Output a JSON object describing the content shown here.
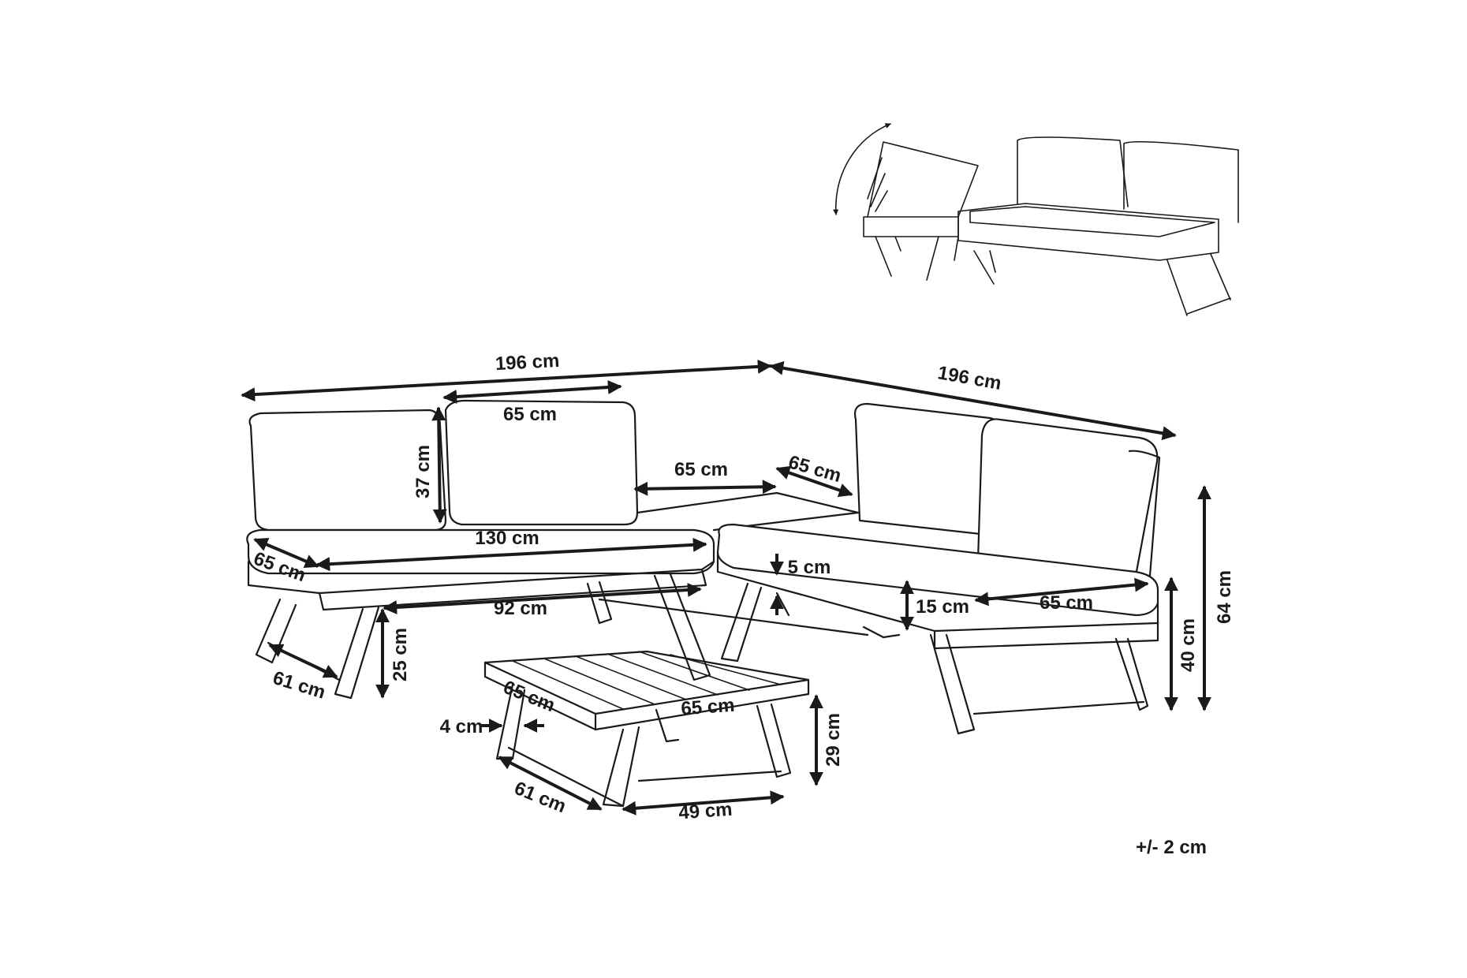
{
  "dimensions": {
    "total_length_left": "196 cm",
    "total_length_right": "196 cm",
    "back_cushion_width": "65 cm",
    "back_cushion_height": "37 cm",
    "corner_depth_left": "65 cm",
    "corner_depth_right": "65 cm",
    "seat_width_left": "130 cm",
    "seat_depth_left": "65 cm",
    "inner_length": "92 cm",
    "leg_depth_left": "61 cm",
    "seat_clearance": "25 cm",
    "cushion_gap": "5 cm",
    "seat_cushion_thickness": "15 cm",
    "seat_width_right": "65 cm",
    "seat_height": "40 cm",
    "total_height": "64 cm",
    "table_depth": "65 cm",
    "table_width": "65 cm",
    "table_top_thickness": "4 cm",
    "table_height": "29 cm",
    "table_leg_depth": "61 cm",
    "table_leg_width": "49 cm"
  },
  "tolerance": "+/- 2 cm"
}
